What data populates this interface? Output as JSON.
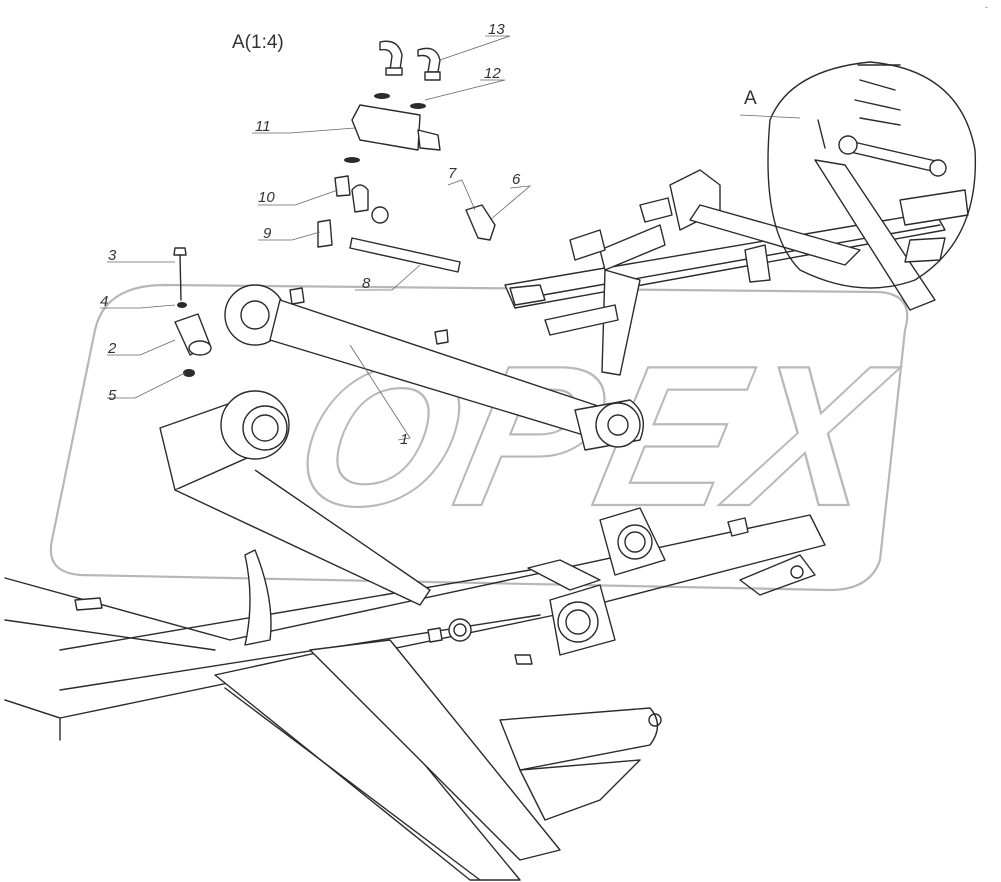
{
  "view_labels": {
    "detail_view": "A(1:4)",
    "section_marker": "A"
  },
  "callouts": [
    "1",
    "2",
    "3",
    "4",
    "5",
    "7",
    "8",
    "9",
    "10",
    "11",
    "12",
    "13"
  ],
  "watermark": {
    "text": "OPEX"
  },
  "corner_mark": "-"
}
